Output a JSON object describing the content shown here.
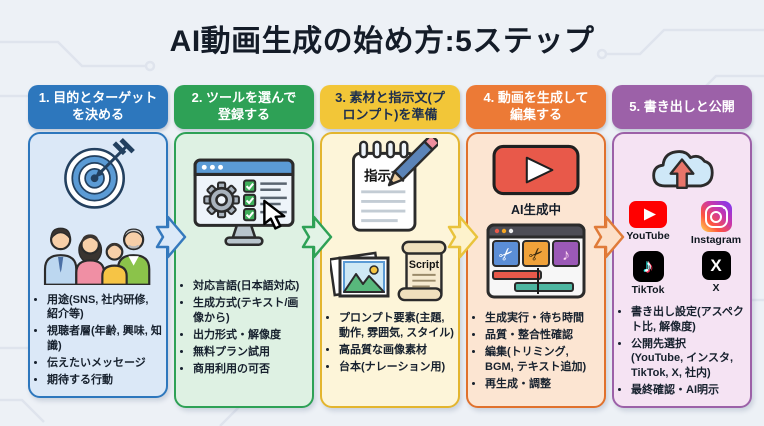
{
  "title": "AI動画生成の始め方:5ステップ",
  "background_color": "#edf1f6",
  "steps": [
    {
      "header": "1. 目的とターゲット\nを決める",
      "accent": "#2d77bd",
      "header_bg": "#2d77bd",
      "header_text": "#ffffff",
      "body_bg": "#dbe8f7",
      "icons": [
        "target-icon",
        "audience-icon"
      ],
      "bullets": [
        "用途(SNS, 社内研修, 紹介等)",
        "視聴者層(年齢, 興味, 知識)",
        "伝えたいメッセージ",
        "期待する行動"
      ]
    },
    {
      "header": "2. ツールを選んで\n登録する",
      "accent": "#2ea156",
      "header_bg": "#2ea156",
      "header_text": "#ffffff",
      "body_bg": "#def1e3",
      "icons": [
        "monitor-checklist-icon",
        "gear-icon",
        "cursor-icon"
      ],
      "bullets": [
        "対応言語(日本語対応)",
        "生成方式(テキスト/画像から)",
        "出力形式・解像度",
        "無料プラン試用",
        "商用利用の可否"
      ]
    },
    {
      "header": "3. 素材と指示文(プ\nロンプト)を準備",
      "accent": "#e3b52e",
      "header_bg": "#f2c638",
      "header_text": "#1e2f4e",
      "body_bg": "#fdf5d9",
      "icons": [
        "prompt-notepad-icon",
        "pencil-icon",
        "photos-icon",
        "script-scroll-icon"
      ],
      "labels": {
        "notepad": "指示文",
        "script": "Script"
      },
      "bullets": [
        "プロンプト要素(主題, 動作, 雰囲気, スタイル)",
        "高品質な画像素材",
        "台本(ナレーション用)"
      ]
    },
    {
      "header": "4. 動画を生成して\n編集する",
      "accent": "#e0712d",
      "header_bg": "#ec7a36",
      "header_text": "#ffffff",
      "body_bg": "#fce5d2",
      "icons": [
        "play-button-icon",
        "video-editor-icon"
      ],
      "labels": {
        "generating": "AI生成中"
      },
      "bullets": [
        "生成実行・待ち時間",
        "品質・整合性確認",
        "編集(トリミング, BGM, テキスト追加)",
        "再生成・調整"
      ]
    },
    {
      "header": "5. 書き出しと公開",
      "accent": "#9c61a8",
      "header_bg": "#9c61a8",
      "header_text": "#ffffff",
      "body_bg": "#f5e3f3",
      "icons": [
        "cloud-upload-icon",
        "youtube-icon",
        "instagram-icon",
        "tiktok-icon",
        "x-icon"
      ],
      "labels": {
        "youtube": "YouTube",
        "instagram": "Instagram",
        "tiktok": "TikTok",
        "x": "X"
      },
      "bullets": [
        "書き出し設定(アスペクト比, 解像度)",
        "公開先選択\n(YouTube, インスタ, TikTok, X, 社内)",
        "最終確認・AI明示"
      ]
    }
  ],
  "arrows": [
    {
      "fill": "#dbe9f8",
      "stroke": "#3579bd"
    },
    {
      "fill": "#e2f3e6",
      "stroke": "#2ea156"
    },
    {
      "fill": "#fdf2cc",
      "stroke": "#e9c33c"
    },
    {
      "fill": "#fce0c8",
      "stroke": "#e07b39"
    }
  ]
}
